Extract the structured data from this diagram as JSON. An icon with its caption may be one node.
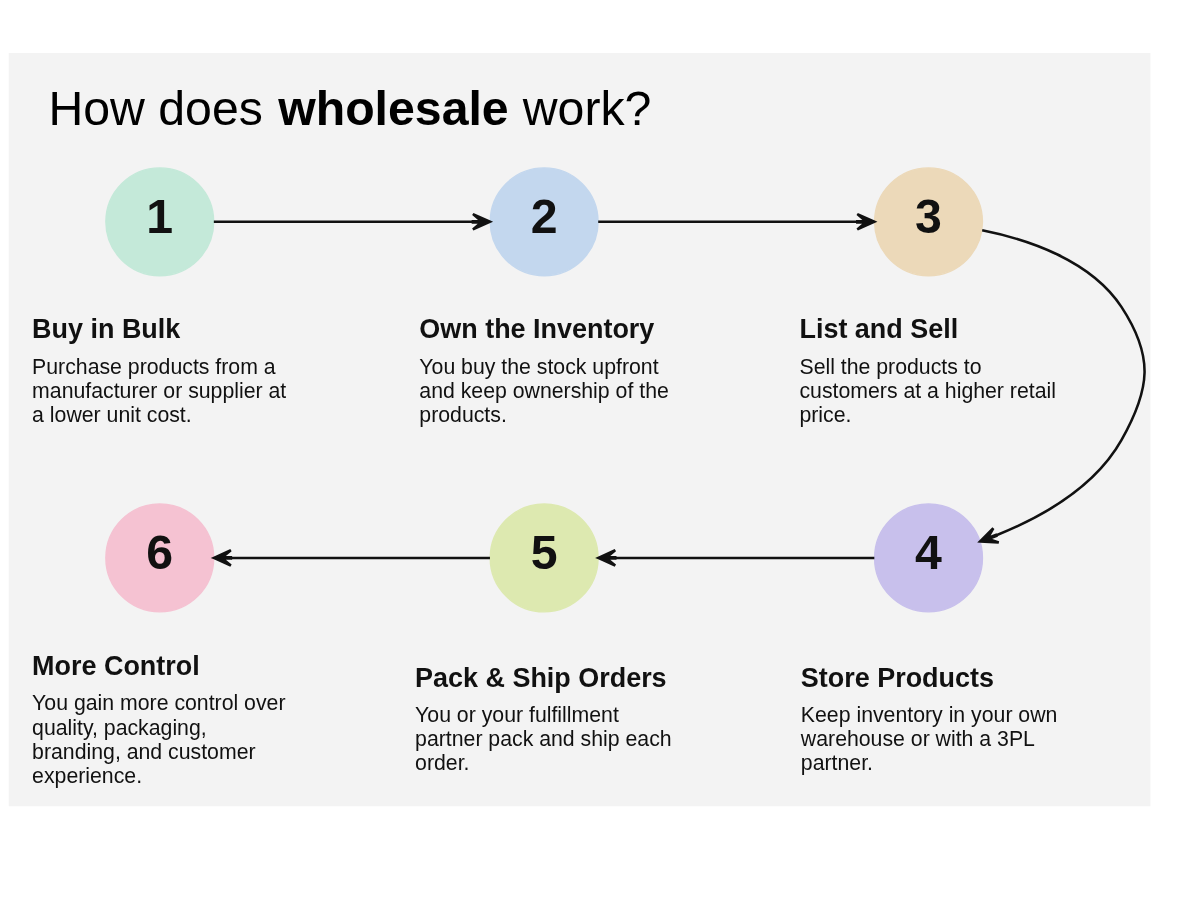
{
  "diagram": {
    "title": "How does **wholesale** work?",
    "nodes": [
      {
        "text": [
          "1"
        ],
        "beside": [
          "Buy in Bulk",
          "Purchase products from a manufacturer or supplier at a lower unit cost."
        ]
      },
      {
        "text": [
          "2"
        ],
        "beside": [
          "Own the Inventory",
          "You buy the stock upfront and keep ownership of the products."
        ]
      },
      {
        "text": [
          "3"
        ],
        "beside": [
          "List and Sell",
          "Sell the products to customers at a higher retail price."
        ]
      },
      {
        "text": [
          "4"
        ],
        "beside": [
          "Store Products",
          "Keep inventory in your own warehouse or with a 3PL partner."
        ]
      },
      {
        "text": [
          "5"
        ],
        "beside": [
          "Pack & Ship Orders",
          "You or your fulfillment partner pack and ship each order."
        ]
      },
      {
        "text": [
          "6"
        ],
        "beside": [
          "More Control",
          "You gain more control over quality, packaging, branding, and customer experience."
        ]
      }
    ],
    "edges": [
      {
        "from": 0,
        "to": 1,
        "arrow": "to"
      },
      {
        "from": 1,
        "to": 2,
        "arrow": "to"
      },
      {
        "from": 2,
        "to": 3,
        "arrow": "to"
      },
      {
        "from": 3,
        "to": 4,
        "arrow": "to"
      },
      {
        "from": 4,
        "to": 5,
        "arrow": "to"
      }
    ]
  }
}
